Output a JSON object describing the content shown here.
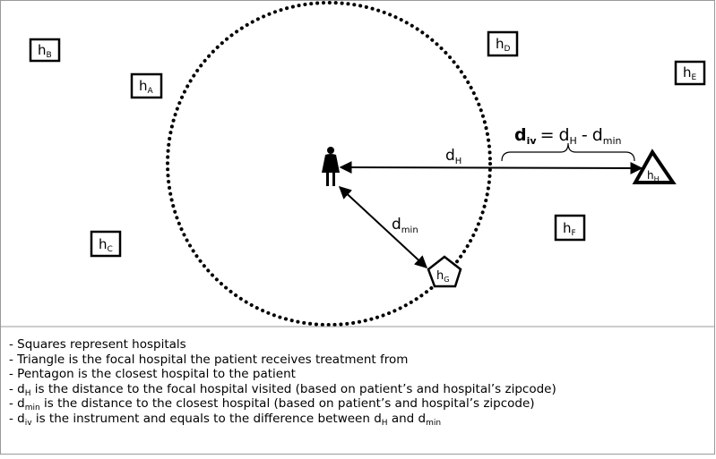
{
  "hospitals": [
    {
      "id": "B",
      "main": "h",
      "sub": "B"
    },
    {
      "id": "A",
      "main": "h",
      "sub": "A"
    },
    {
      "id": "D",
      "main": "h",
      "sub": "D"
    },
    {
      "id": "E",
      "main": "h",
      "sub": "E"
    },
    {
      "id": "C",
      "main": "h",
      "sub": "C"
    },
    {
      "id": "F",
      "main": "h",
      "sub": "F"
    }
  ],
  "focal_hospital": {
    "main": "h",
    "sub": "H",
    "shape": "triangle"
  },
  "closest_hospital": {
    "main": "h",
    "sub": "G",
    "shape": "pentagon"
  },
  "patient_icon": "person-icon",
  "distances": {
    "d_h": {
      "main": "d",
      "sub": "H"
    },
    "d_min": {
      "main": "d",
      "sub": "min"
    }
  },
  "formula": {
    "lhs_main": "d",
    "lhs_sub": "iv",
    "eq": "=",
    "t1_main": "d",
    "t1_sub": "H",
    "minus": "-",
    "t2_main": "d",
    "t2_sub": "min"
  },
  "legend": [
    {
      "pre": "- Squares represent hospitals",
      "sub": "",
      "post": ""
    },
    {
      "pre": "- Triangle is the focal hospital the patient receives treatment from",
      "sub": "",
      "post": ""
    },
    {
      "pre": "- Pentagon is the closest hospital to the patient",
      "sub": "",
      "post": ""
    },
    {
      "pre": "- d",
      "sub": "H",
      "post": " is the distance to the focal hospital visited (based on patient’s and hospital’s zipcode)"
    },
    {
      "pre": "- d",
      "sub": "min",
      "post": " is the distance to the closest hospital (based on patient’s and hospital’s zipcode)"
    },
    {
      "pre": "- d",
      "sub": "iv",
      "post": " is the instrument and equals to the difference between d",
      "sub2": "H",
      "post2": " and d",
      "sub3": "min",
      "post3": ""
    }
  ]
}
